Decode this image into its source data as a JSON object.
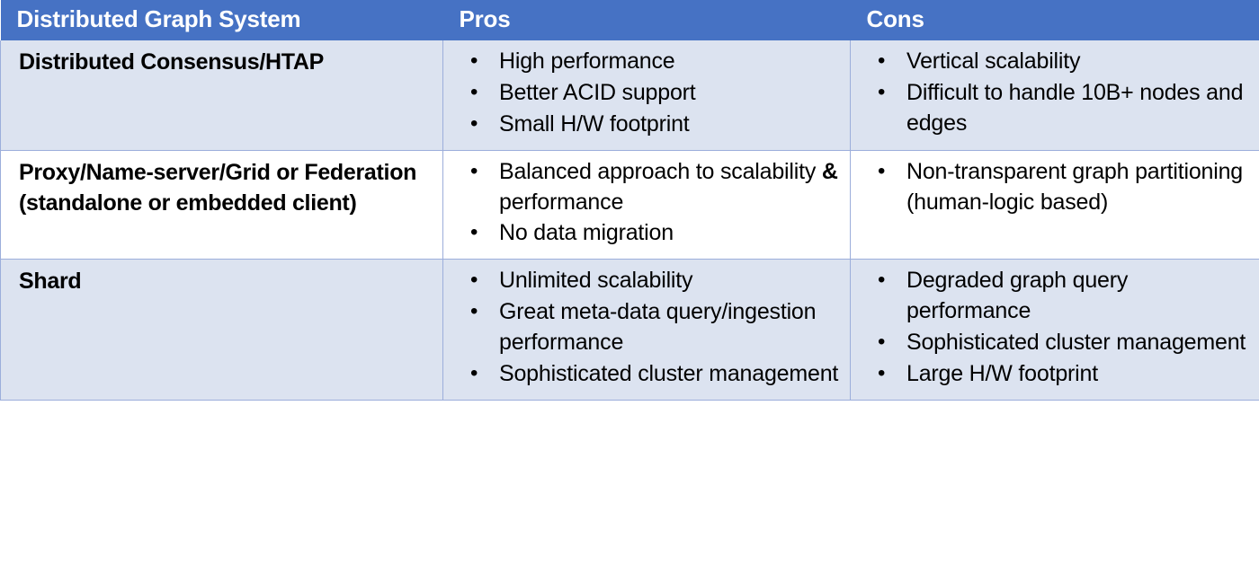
{
  "table": {
    "headers": {
      "system": "Distributed Graph System",
      "pros": "Pros",
      "cons": "Cons"
    },
    "header_bg": "#4672C4",
    "header_text_color": "#FFFFFF",
    "shaded_row_bg": "#DCE3F0",
    "plain_row_bg": "#FFFFFF",
    "border_color": "#9CAEDB",
    "rows": [
      {
        "system": "Distributed Consensus/HTAP",
        "shaded": true,
        "pros": [
          "High performance",
          "Better ACID support",
          "Small H/W footprint"
        ],
        "cons": [
          "Vertical scalability",
          "Difficult to handle 10B+ nodes and edges"
        ]
      },
      {
        "system": "Proxy/Name-server/Grid or Federation (standalone or embedded client)",
        "shaded": false,
        "pros": [
          "Balanced approach to scalability & performance",
          "No data migration"
        ],
        "cons": [
          "Non-transparent graph partitioning (human-logic based)"
        ]
      },
      {
        "system": "Shard",
        "shaded": true,
        "pros": [
          "Unlimited scalability",
          "Great meta-data query/ingestion performance",
          "Sophisticated cluster management"
        ],
        "cons": [
          "Degraded graph query performance",
          "Sophisticated cluster management",
          "Large H/W footprint"
        ]
      }
    ]
  }
}
